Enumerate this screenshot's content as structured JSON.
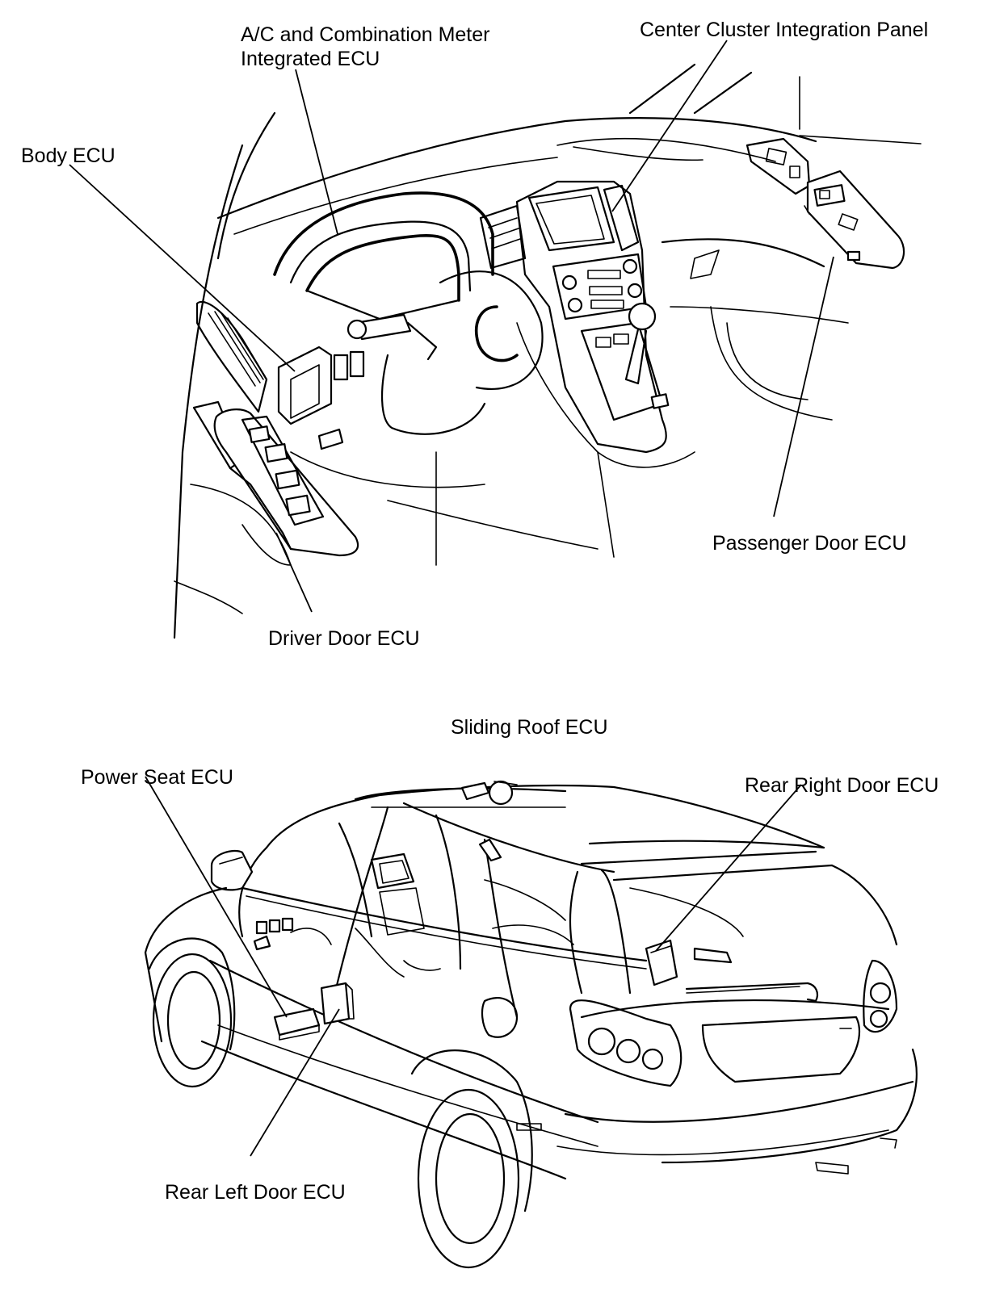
{
  "labels": {
    "ac_meter_ecu_line1": "A/C and Combination Meter",
    "ac_meter_ecu_line2": "Integrated ECU",
    "center_cluster_panel": "Center Cluster Integration Panel",
    "body_ecu": "Body ECU",
    "passenger_door_ecu": "Passenger Door ECU",
    "driver_door_ecu": "Driver Door ECU",
    "sliding_roof_ecu": "Sliding Roof ECU",
    "power_seat_ecu": "Power Seat ECU",
    "rear_right_door_ecu": "Rear Right Door ECU",
    "rear_left_door_ecu": "Rear Left Door ECU"
  },
  "colors": {
    "ink": "#000000",
    "paper": "#ffffff"
  }
}
